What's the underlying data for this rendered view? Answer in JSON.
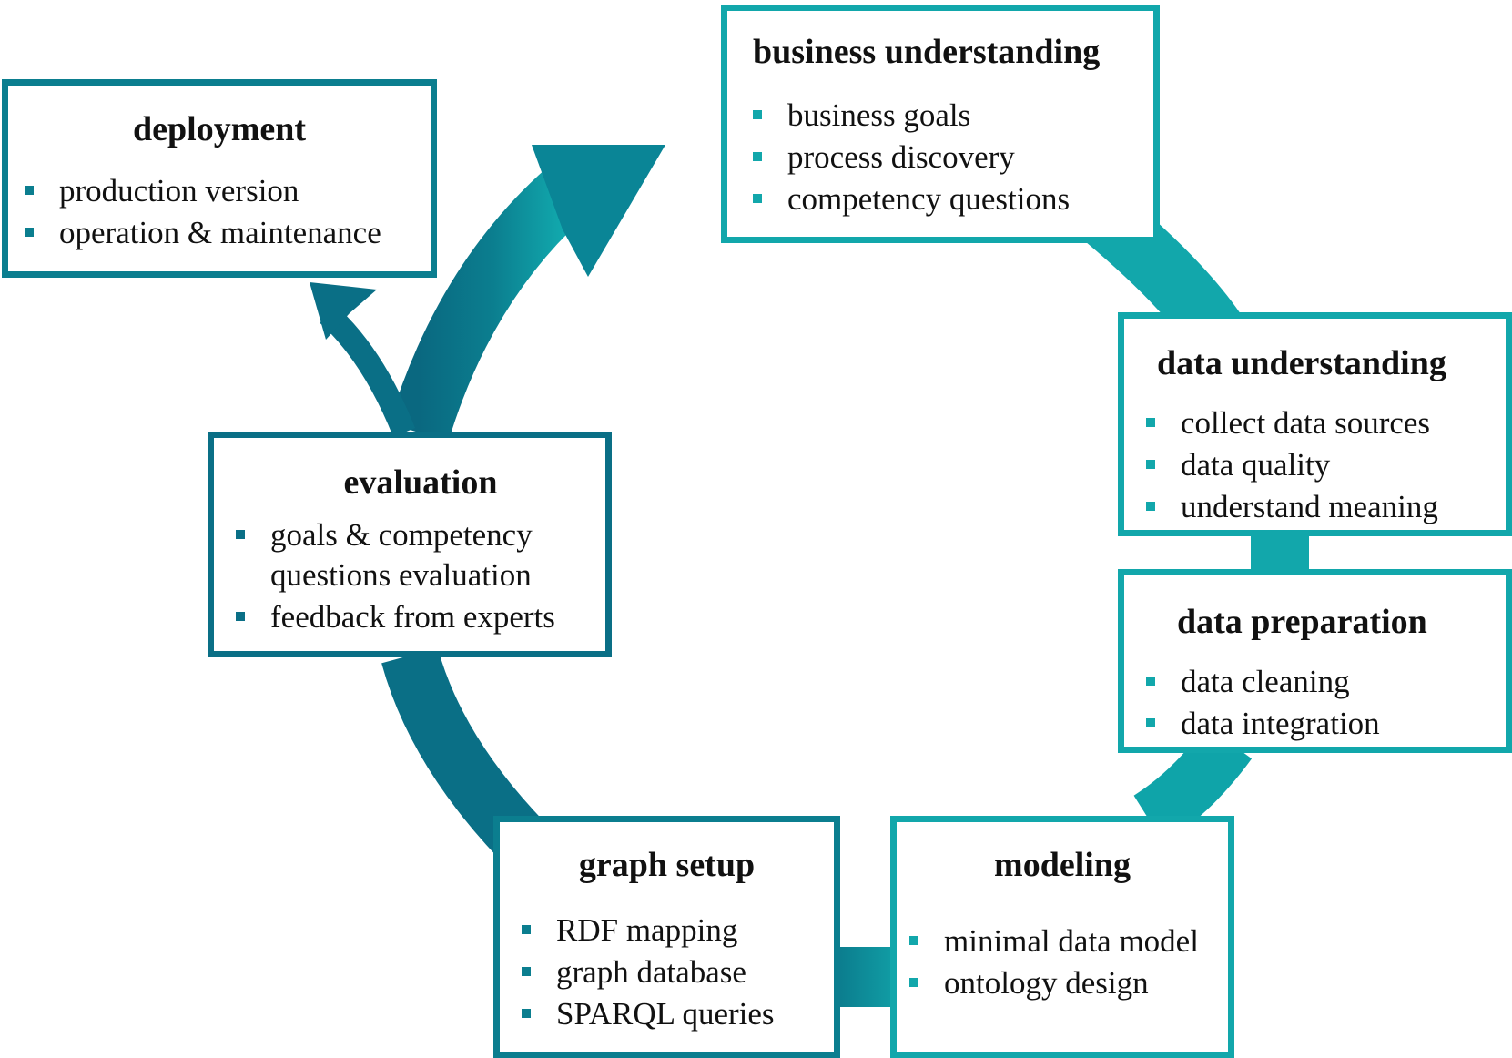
{
  "colors": {
    "dark_teal": "#0a6f86",
    "mid_teal": "#0b7e8f",
    "light_teal": "#12a7ab"
  },
  "phases": {
    "business": {
      "title": "business understanding",
      "items": [
        "business goals",
        "process discovery",
        "competency questions"
      ]
    },
    "data_understanding": {
      "title": "data understanding",
      "items": [
        "collect data sources",
        "data quality",
        "understand meaning"
      ]
    },
    "data_preparation": {
      "title": "data preparation",
      "items": [
        "data cleaning",
        "data integration"
      ]
    },
    "modeling": {
      "title": "modeling",
      "items": [
        "minimal data model",
        "ontology design"
      ]
    },
    "graph_setup": {
      "title": "graph setup",
      "items": [
        "RDF mapping",
        "graph database",
        "SPARQL queries"
      ]
    },
    "evaluation": {
      "title": "evaluation",
      "items": [
        "goals & competency",
        "questions evaluation",
        "feedback from experts"
      ]
    },
    "deployment": {
      "title": "deployment",
      "items": [
        "production version",
        "operation & maintenance"
      ]
    }
  }
}
